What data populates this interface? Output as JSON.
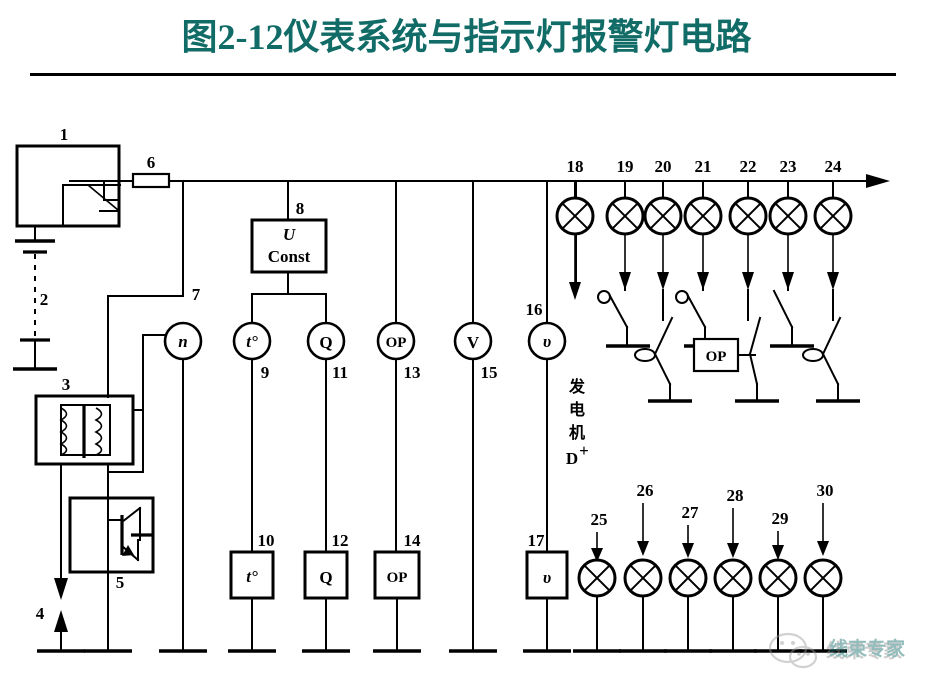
{
  "figure": {
    "title": "图2-12仪表系统与指示灯报警灯电路",
    "title_color": "#116b66"
  },
  "components": {
    "ignition_switch": {
      "ref": "1",
      "name": "ignition-switch"
    },
    "battery": {
      "ref": "2",
      "name": "battery"
    },
    "ignition_coil": {
      "ref": "3",
      "name": "ignition-coil"
    },
    "spark_plug": {
      "ref": "4",
      "name": "spark-plug"
    },
    "ignitor": {
      "ref": "5",
      "name": "transistor-ignitor"
    },
    "fuse": {
      "ref": "6",
      "name": "fuse"
    },
    "tachometer": {
      "ref": "7",
      "symbol": "n"
    },
    "voltage_regulator": {
      "ref": "8",
      "symbol_line1": "U",
      "symbol_line2": "Const"
    },
    "temp_gauge": {
      "ref": "9",
      "symbol": "t°"
    },
    "temp_sensor": {
      "ref": "10",
      "symbol": "t°"
    },
    "fuel_gauge": {
      "ref": "11",
      "symbol": "Q"
    },
    "fuel_sensor": {
      "ref": "12",
      "symbol": "Q"
    },
    "oil_press_gauge": {
      "ref": "13",
      "symbol": "OP"
    },
    "oil_press_sensor": {
      "ref": "14",
      "symbol": "OP"
    },
    "voltmeter": {
      "ref": "15",
      "symbol": "V"
    },
    "charge_gauge": {
      "ref": "16",
      "symbol": "υ"
    },
    "charge_unit": {
      "ref": "17",
      "symbol": "υ"
    },
    "generator_label": {
      "text": "发电机",
      "terminal": "D",
      "terminal_sup": "+"
    },
    "oil_press_switch": {
      "symbol": "OP"
    }
  },
  "top_lamps": [
    {
      "ref": "18"
    },
    {
      "ref": "19"
    },
    {
      "ref": "20"
    },
    {
      "ref": "21"
    },
    {
      "ref": "22"
    },
    {
      "ref": "23"
    },
    {
      "ref": "24"
    }
  ],
  "bottom_lamps": [
    {
      "ref": "25"
    },
    {
      "ref": "26"
    },
    {
      "ref": "27"
    },
    {
      "ref": "28"
    },
    {
      "ref": "29"
    },
    {
      "ref": "30"
    }
  ],
  "watermark": {
    "text": "线束专家",
    "icon": "wechat-icon"
  }
}
